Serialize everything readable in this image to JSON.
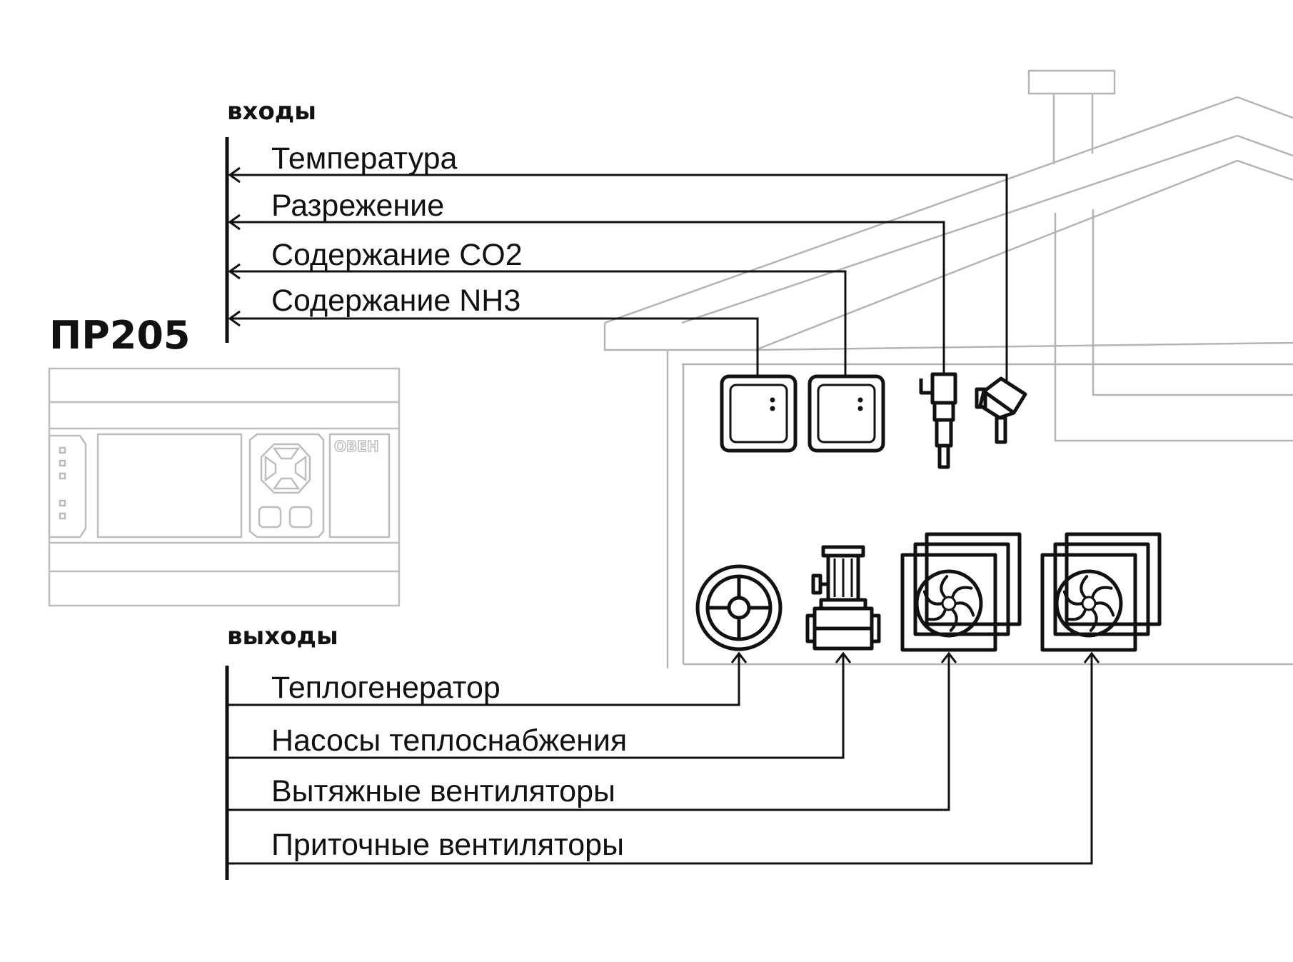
{
  "device": {
    "name": "ПР205",
    "logo": "ОВЕН"
  },
  "inputs": {
    "header": "входы",
    "items": [
      "Температура",
      "Разрежение",
      "Содержание CO2",
      "Содержание NH3"
    ]
  },
  "outputs": {
    "header": "выходы",
    "items": [
      "Теплогенератор",
      "Насосы теплоснабжения",
      "Вытяжные вентиляторы",
      "Приточные вентиляторы"
    ]
  },
  "icons": {
    "sensors": [
      "nh3-sensor-icon",
      "co2-sensor-icon",
      "pressure-sensor-icon",
      "temperature-sensor-icon"
    ],
    "actuators": [
      "heat-generator-icon",
      "pump-icon",
      "exhaust-fan-icon",
      "supply-fan-icon"
    ]
  },
  "colors": {
    "line": "#111111",
    "house": "#b4b4b4",
    "controller": "#bdbdbd"
  }
}
